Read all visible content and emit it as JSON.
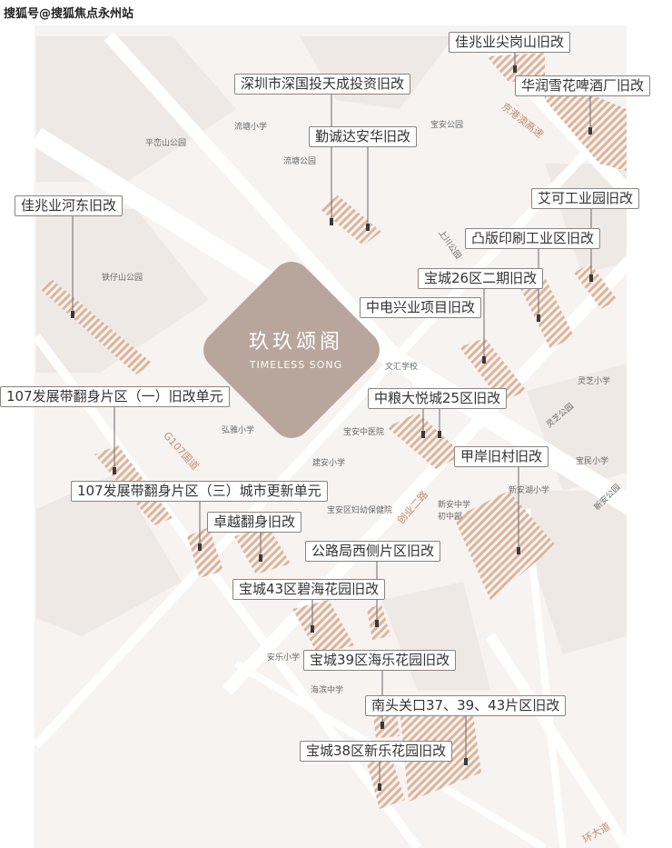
{
  "watermark": "搜狐号@搜狐焦点永州站",
  "center": {
    "title": "玖玖颂阁",
    "subtitle": "TIMELESS SONG"
  },
  "labels": {
    "jzy_jiangangshan": "佳兆业尖岗山旧改",
    "huarun": "华润雪花啤酒厂旧改",
    "shenzhen_guotou": "深圳市深国投天成投资旧改",
    "qinchengda": "勤诚达安华旧改",
    "jzy_hedong": "佳兆业河东旧改",
    "aike": "艾可工业园旧改",
    "tuban": "凸版印刷工业区旧改",
    "baocheng26": "宝城26区二期旧改",
    "zhongdian": "中电兴业项目旧改",
    "g107_1": "107发展带翻身片区（一）旧改单元",
    "zhongliang": "中粮大悦城25区旧改",
    "jiaan": "甲岸旧村旧改",
    "g107_3": "107发展带翻身片区（三）城市更新单元",
    "zhuoyue": "卓越翻身旧改",
    "gonglu": "公路局西侧片区旧改",
    "baocheng43": "宝城43区碧海花园旧改",
    "baocheng39": "宝城39区海乐花园旧改",
    "nantou": "南头关口37、39、43片区旧改",
    "baocheng38": "宝城38区新乐花园旧改"
  },
  "places": {
    "pingluanshan": "平峦山公园",
    "liutang_school": "流塘小学",
    "liutang_park": "流塘公园",
    "baoan_park": "宝安公园",
    "tiezaishan": "铁仔山公园",
    "shangchuan": "上川公园",
    "wenhui": "文汇学校",
    "lingzhi_school": "灵芝小学",
    "lingzhi_park": "灵芝公园",
    "hongya": "弘雅小学",
    "baoan_hospital": "宝安中医院",
    "jianan": "建安小学",
    "maternal": "宝安区妇幼保健院",
    "xinan_mid": "新安中学\n初中部",
    "xinan_hu": "新安湖小学",
    "baomin": "宝民小学",
    "xinan_park": "新安公园",
    "anle": "安乐小学",
    "haibin": "海滨中学"
  },
  "roads": {
    "jinggang": "京港澳高速",
    "g107": "G107国道",
    "chuangye": "创业二路",
    "huan": "环大道"
  },
  "colors": {
    "hatch": "#ddb8a0",
    "block": "#f0ebe8",
    "bg": "#f6f3f1",
    "center": "#b9a9a0"
  }
}
